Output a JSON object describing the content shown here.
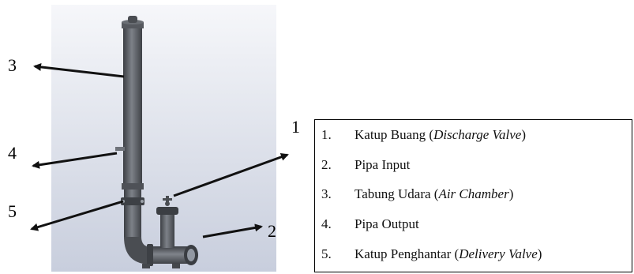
{
  "callouts": [
    {
      "number": "1"
    },
    {
      "number": "2"
    },
    {
      "number": "3"
    },
    {
      "number": "4"
    },
    {
      "number": "5"
    }
  ],
  "legend": {
    "items": [
      {
        "index": "1.",
        "text": "Katup Buang (",
        "italic": "Discharge Valve",
        "close": ")"
      },
      {
        "index": "2.",
        "text": "Pipa Input",
        "italic": "",
        "close": ""
      },
      {
        "index": "3.",
        "text": "Tabung Udara (",
        "italic": "Air Chamber",
        "close": ")"
      },
      {
        "index": "4.",
        "text": "Pipa Output",
        "italic": "",
        "close": ""
      },
      {
        "index": "5.",
        "text": "Katup Penghantar (",
        "italic": "Delivery Valve",
        "close": ")"
      }
    ]
  },
  "colors": {
    "background_gradient_top": "#f4f5f8",
    "background_gradient_bottom": "#c9cfde",
    "pipe_dark": "#4a4d52",
    "pipe_light": "#7a7e85",
    "arrow": "#111111"
  }
}
